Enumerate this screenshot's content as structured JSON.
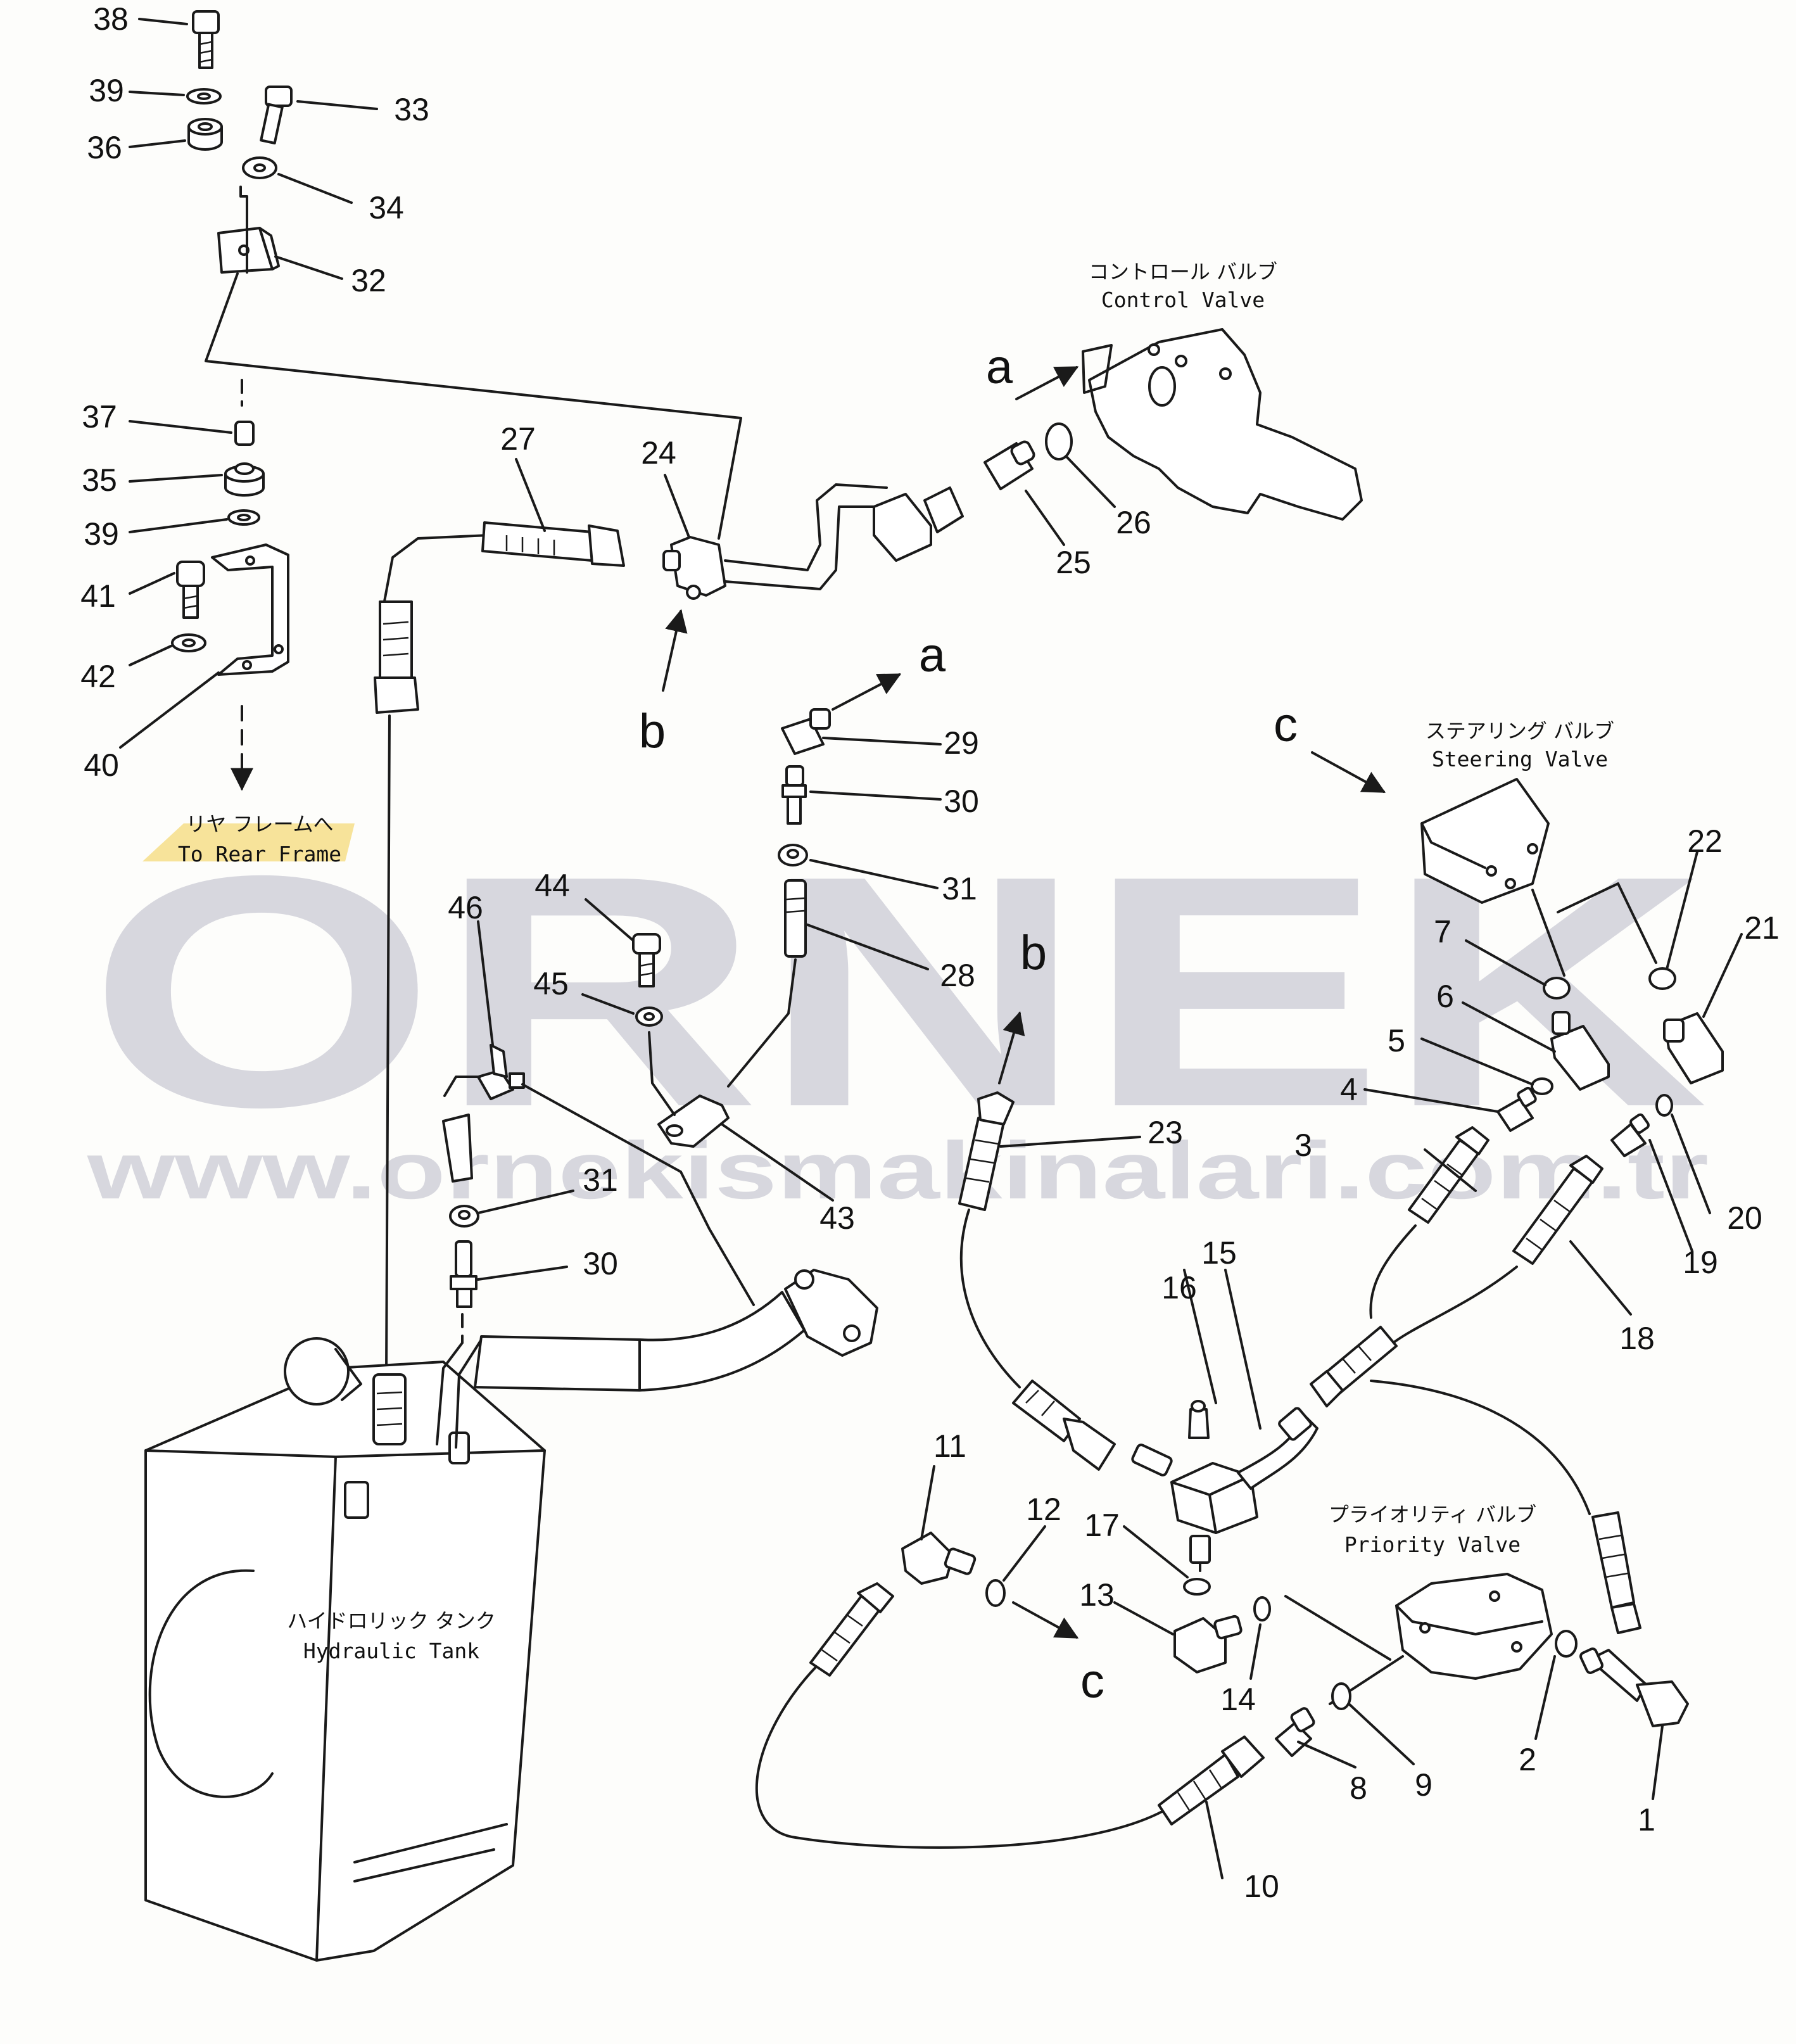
{
  "labels": {
    "control_valve_jp": "コントロール バルブ",
    "control_valve_en": "Control Valve",
    "steering_valve_jp": "ステアリング バルブ",
    "steering_valve_en": "Steering Valve",
    "rear_frame_jp": "リヤ フレームへ",
    "rear_frame_en": "To Rear Frame",
    "hydraulic_tank_jp": "ハイドロリック タンク",
    "hydraulic_tank_en": "Hydraulic Tank",
    "priority_valve_jp": "プライオリティ バルブ",
    "priority_valve_en": "Priority Valve"
  },
  "refs": {
    "a": "a",
    "b": "b",
    "c": "c"
  },
  "watermark": {
    "brand": "ORNEK",
    "url": "www.ornekismakinalari.com.tr"
  },
  "part_numbers": {
    "p1": "1",
    "p2": "2",
    "p3": "3",
    "p4": "4",
    "p5": "5",
    "p6": "6",
    "p7": "7",
    "p8": "8",
    "p9": "9",
    "p10": "10",
    "p11": "11",
    "p12": "12",
    "p13": "13",
    "p14": "14",
    "p15": "15",
    "p16": "16",
    "p17": "17",
    "p18": "18",
    "p19": "19",
    "p20": "20",
    "p21": "21",
    "p22": "22",
    "p23": "23",
    "p24": "24",
    "p25": "25",
    "p26": "26",
    "p27": "27",
    "p28": "28",
    "p29": "29",
    "p30": "30",
    "p31": "31",
    "p32": "32",
    "p33": "33",
    "p34": "34",
    "p35": "35",
    "p36": "36",
    "p37": "37",
    "p38": "38",
    "p39": "39",
    "p40": "40",
    "p41": "41",
    "p42": "42",
    "p43": "43",
    "p44": "44",
    "p45": "45",
    "p46": "46"
  },
  "colors": {
    "line": "#1a1a1a",
    "watermark": "#c9c9d4",
    "label_highlight": "#f3d25a"
  }
}
